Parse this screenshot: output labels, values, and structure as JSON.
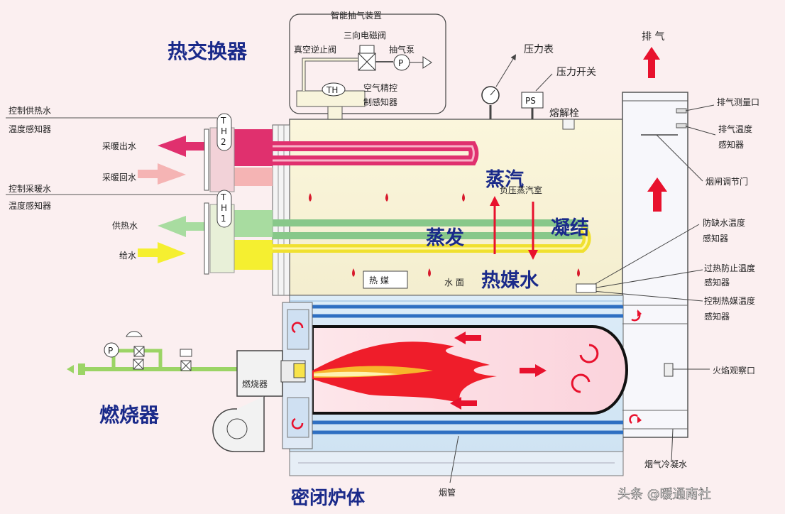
{
  "titles": {
    "heat_exchanger": "热交换器",
    "burner_section": "燃烧器",
    "sealed_body": "密闭炉体"
  },
  "vacuum_device": {
    "title": "智能抽气装置",
    "three_way_valve": "三向电磁阀",
    "vacuum_check_valve": "真空逆止阀",
    "pump": "抽气泵",
    "pump_symbol": "P",
    "th_symbol": "TH",
    "air_control_line1": "空气精控",
    "air_control_line2": "制感知器"
  },
  "top_labels": {
    "pressure_gauge": "压力表",
    "pressure_switch": "压力开关",
    "ps_symbol": "PS",
    "fusible_plug": "熔解栓",
    "exhaust": "排 气"
  },
  "left_labels": {
    "ctrl_supply_line1": "控制供热水",
    "ctrl_supply_line2": "温度感知器",
    "heating_out": "采暖出水",
    "heating_return": "采暖回水",
    "ctrl_heating_line1": "控制采暖水",
    "ctrl_heating_line2": "温度感知器",
    "hot_water_supply": "供热水",
    "feed_water": "给水",
    "th2_a": "T",
    "th2_b": "H",
    "th2_c": "2",
    "th1_a": "T",
    "th1_b": "H",
    "th1_c": "1"
  },
  "inner_labels": {
    "steam": "蒸汽",
    "negative_pressure_chamber": "负压蒸汽室",
    "evaporate": "蒸发",
    "condense": "凝结",
    "heat_medium_box": "热 媒",
    "water_surface": "水 面",
    "heat_medium_water": "热媒水",
    "burner_box": "燃烧器",
    "p_symbol": "P"
  },
  "right_labels": {
    "exhaust_measure": "排气测量口",
    "exhaust_temp_line1": "排气温度",
    "exhaust_temp_line2": "感知器",
    "damper": "烟闸调节门",
    "low_water_line1": "防缺水温度",
    "low_water_line2": "感知器",
    "overheat_line1": "过热防止温度",
    "overheat_line2": "感知器",
    "ctrl_medium_line1": "控制热媒温度",
    "ctrl_medium_line2": "感知器",
    "flame_window": "火焰观察口"
  },
  "bottom_labels": {
    "flue_tube": "烟管",
    "flue_condensate": "烟气冷凝水"
  },
  "watermark": "头条 @暖通南社",
  "colors": {
    "red_pipe": "#e0306e",
    "pink_pipe": "#f5b4b4",
    "green_pipe": "#a8dca0",
    "yellow_pipe": "#f5ef30",
    "blue_tube": "#2e6fc2",
    "arrow_red": "#e8112d",
    "section_title": "#1a2a8a"
  }
}
